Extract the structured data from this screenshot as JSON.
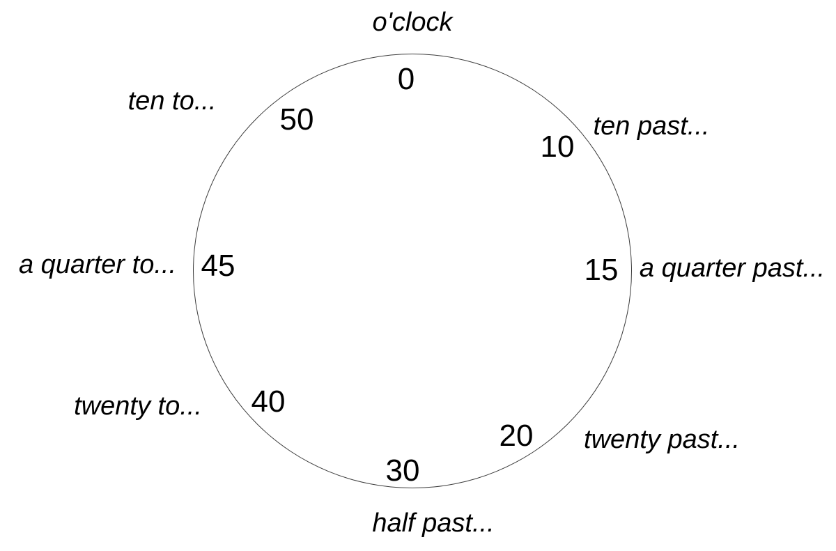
{
  "clock": {
    "description": "Telling-the-time diagram mapping minute values on a clock face to English time phrases",
    "entries": [
      {
        "minutes": "0",
        "phrase": "o'clock"
      },
      {
        "minutes": "10",
        "phrase": "ten past..."
      },
      {
        "minutes": "15",
        "phrase": "a quarter past..."
      },
      {
        "minutes": "20",
        "phrase": "twenty past..."
      },
      {
        "minutes": "30",
        "phrase": "half past..."
      },
      {
        "minutes": "40",
        "phrase": "twenty to..."
      },
      {
        "minutes": "45",
        "phrase": "a quarter to..."
      },
      {
        "minutes": "50",
        "phrase": "ten to..."
      }
    ]
  }
}
